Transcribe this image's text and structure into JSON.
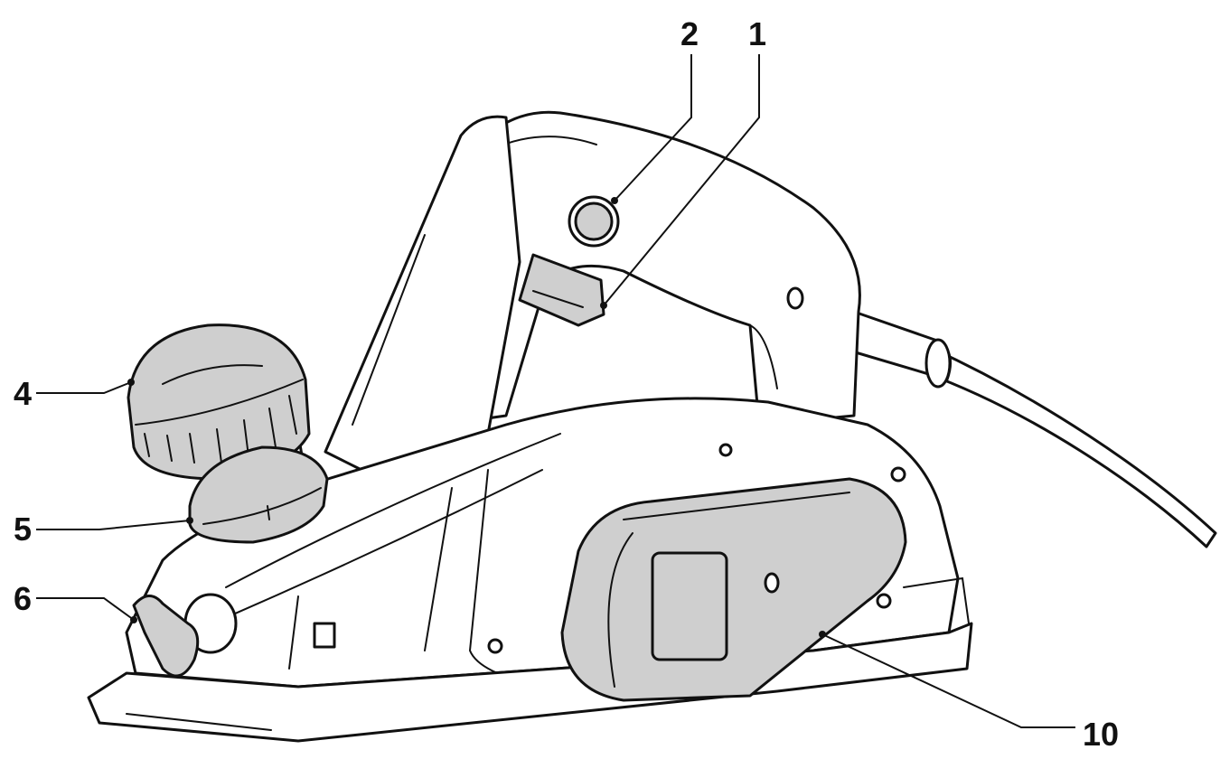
{
  "callouts": [
    {
      "id": "c1",
      "label": "1"
    },
    {
      "id": "c2",
      "label": "2"
    },
    {
      "id": "c4",
      "label": "4"
    },
    {
      "id": "c5",
      "label": "5"
    },
    {
      "id": "c6",
      "label": "6"
    },
    {
      "id": "c10",
      "label": "10"
    }
  ],
  "colors": {
    "line": "#111111",
    "part_fill": "#ffffff",
    "shaded_part": "#cfcfcf"
  },
  "icons": [
    "power-planer-illustration"
  ]
}
